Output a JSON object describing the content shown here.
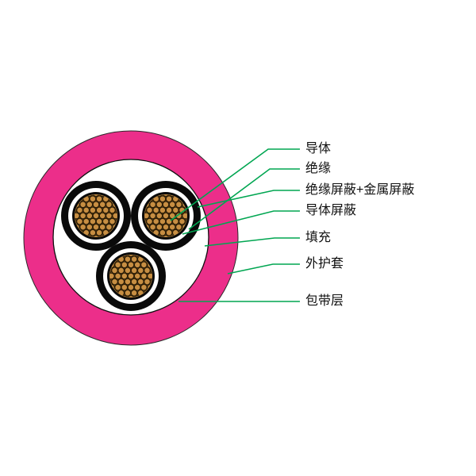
{
  "diagram": {
    "name": "cable-cross-section",
    "colors": {
      "sheath_pink": "#EC2E8A",
      "strand_tan": "#C78E42",
      "leader_green": "#00A651",
      "shield_black": "#0A0A0A",
      "background": "#FFFFFF"
    },
    "labels": [
      {
        "text": "导体"
      },
      {
        "text": "绝缘"
      },
      {
        "text": "绝缘屏蔽+金属屏蔽"
      },
      {
        "text": "导体屏蔽"
      },
      {
        "text": "填充"
      },
      {
        "text": "外护套"
      },
      {
        "text": "包带层"
      }
    ]
  }
}
